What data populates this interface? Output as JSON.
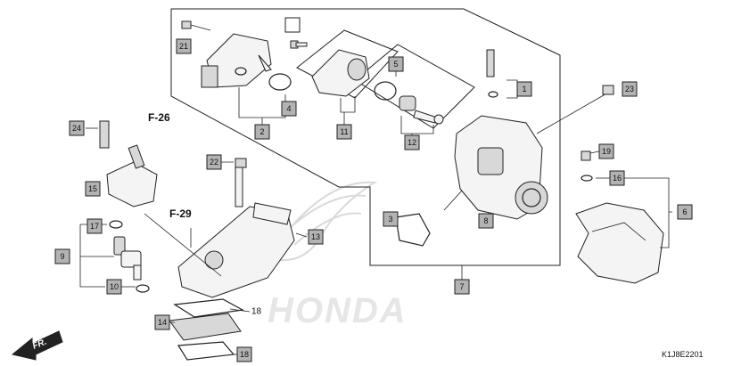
{
  "callouts": {
    "c1": "1",
    "c2": "2",
    "c3": "3",
    "c4": "4",
    "c5": "5",
    "c6": "6",
    "c7": "7",
    "c8": "8",
    "c9": "9",
    "c10": "10",
    "c11": "11",
    "c12": "12",
    "c13": "13",
    "c14": "14",
    "c15": "15",
    "c16": "16",
    "c17": "17",
    "c18": "18",
    "c19": "19",
    "c20": "",
    "c21": "21",
    "c22": "22",
    "c23": "23",
    "c24": "24"
  },
  "plain_labels": {
    "p18": "18"
  },
  "figure_refs": {
    "f26": "F-26",
    "f29": "F-29"
  },
  "front_arrow": "FR.",
  "watermark_text": "HONDA",
  "diagram_code": "K1J8E2201"
}
